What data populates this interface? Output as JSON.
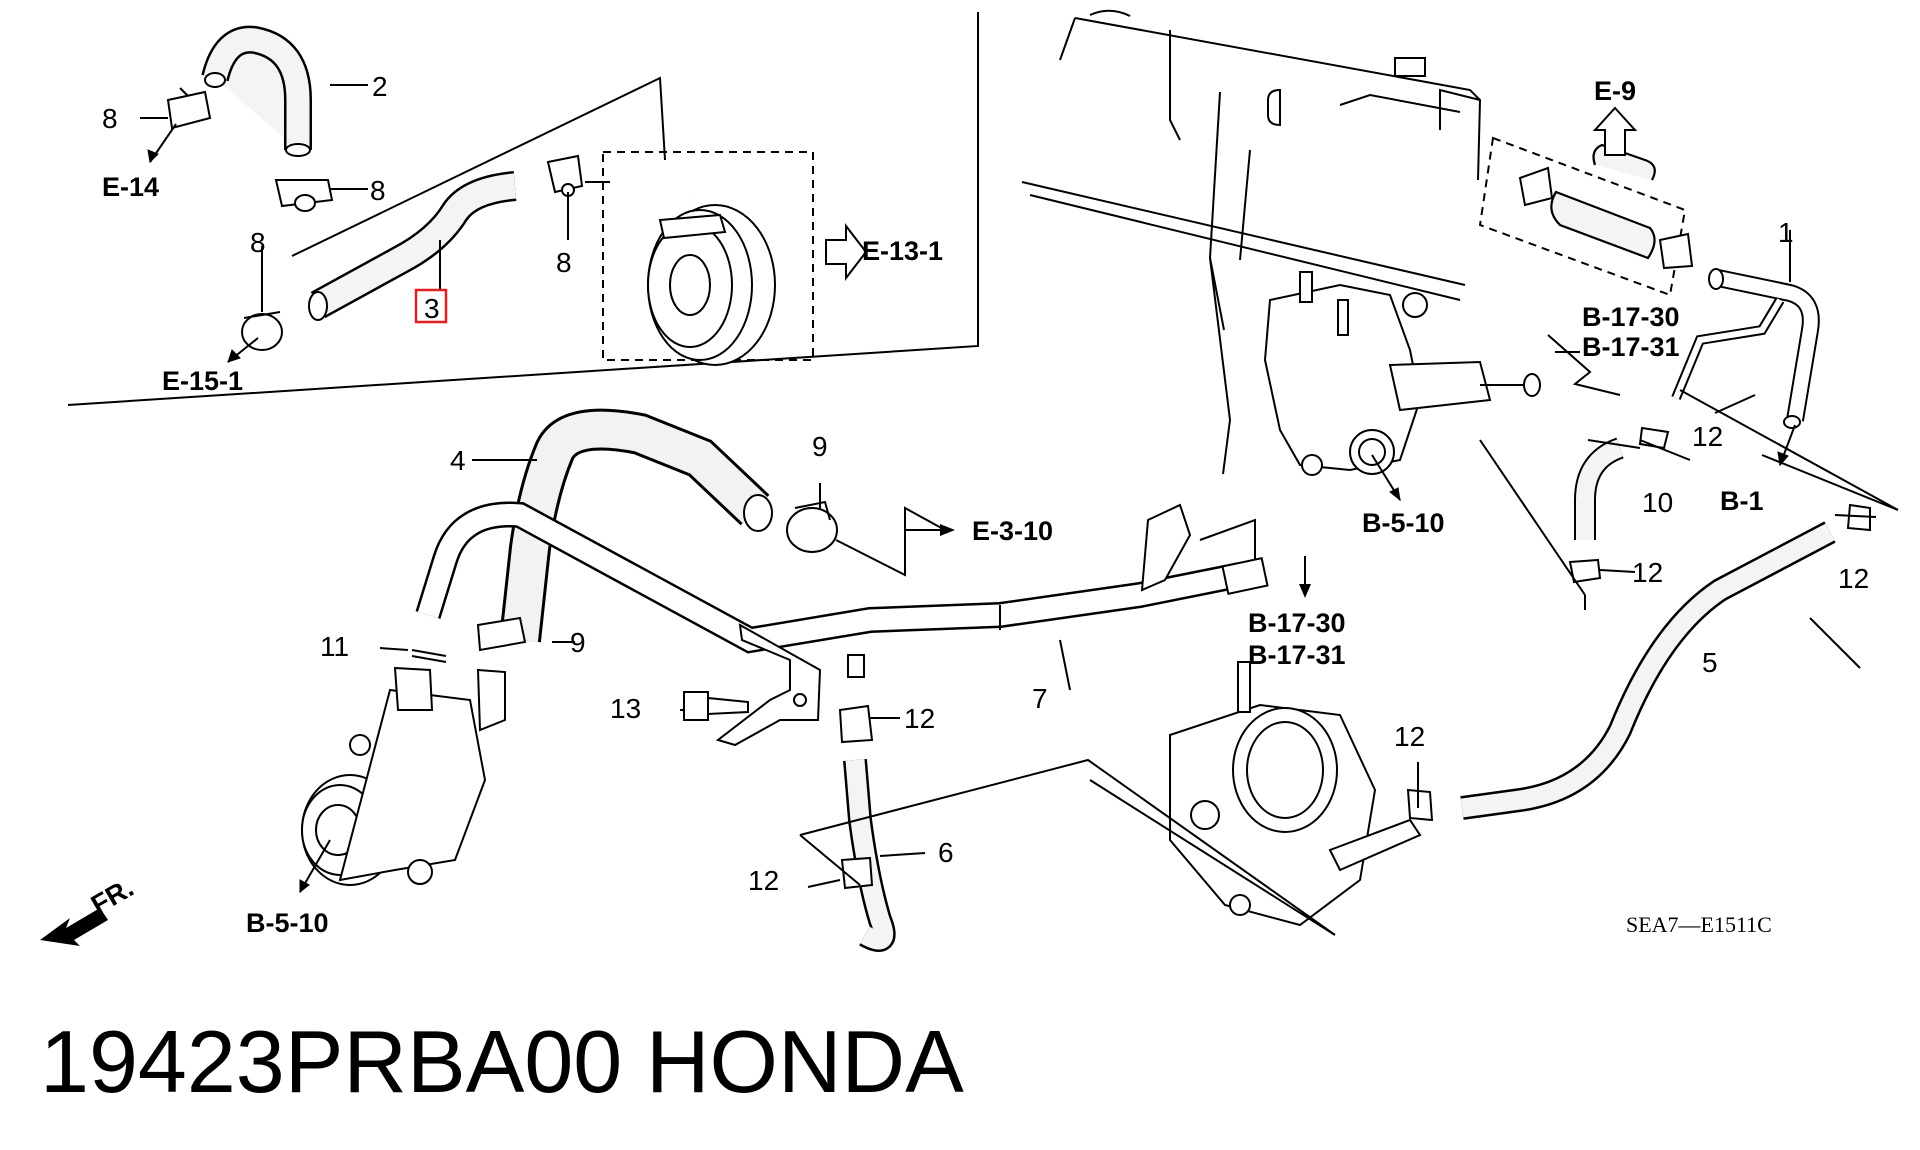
{
  "diagram": {
    "callouts": {
      "c1": "1",
      "c2": "2",
      "c3": "3",
      "c4": "4",
      "c5": "5",
      "c6": "6",
      "c7": "7",
      "c8a": "8",
      "c8b": "8",
      "c8c": "8",
      "c8d": "8",
      "c9a": "9",
      "c9b": "9",
      "c10": "10",
      "c11": "11",
      "c12a": "12",
      "c12b": "12",
      "c12c": "12",
      "c12d": "12",
      "c12e": "12",
      "c12f": "12",
      "c13": "13"
    },
    "refs": {
      "e14": "E-14",
      "e15_1": "E-15-1",
      "e13_1": "E-13-1",
      "e9": "E-9",
      "e3_10": "E-3-10",
      "b5_10a": "B-5-10",
      "b5_10b": "B-5-10",
      "b17_30a": "B-17-30",
      "b17_31a": "B-17-31",
      "b17_30b": "B-17-30",
      "b17_31b": "B-17-31",
      "b1": "B-1"
    },
    "front_label": "FR.",
    "diagram_code": "SEA7—E1511C",
    "highlight_color": "#e02020"
  },
  "footer": {
    "part_number": "19423PRBA00",
    "brand": "HONDA"
  }
}
